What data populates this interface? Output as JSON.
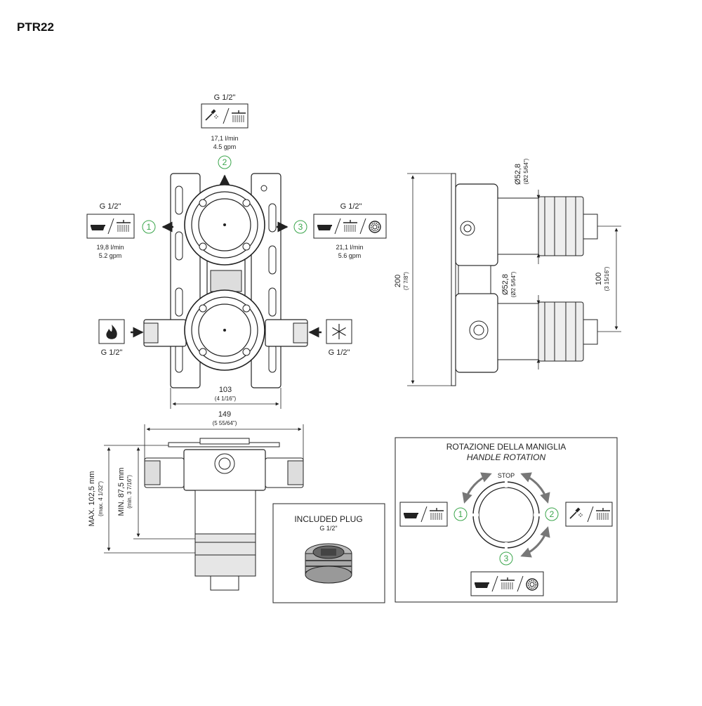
{
  "title": "PTR22",
  "top_view": {
    "outlet_2": {
      "thread": "G 1/2\"",
      "number": "2",
      "flow_lmin": "17,1 l/min",
      "flow_gpm": "4.5 gpm"
    },
    "outlet_1": {
      "thread": "G 1/2\"",
      "number": "1",
      "flow_lmin": "19,8 l/min",
      "flow_gpm": "5.2 gpm"
    },
    "outlet_3": {
      "thread": "G 1/2\"",
      "number": "3",
      "flow_lmin": "21,1 l/min",
      "flow_gpm": "5.6 gpm"
    },
    "inlet_hot": {
      "thread": "G 1/2\""
    },
    "inlet_cold": {
      "thread": "G 1/2\""
    },
    "width_mm": "103",
    "width_in": "(4 1/16\")"
  },
  "side_view": {
    "height_mm": "200",
    "height_in": "(7 7/8\")",
    "diam_top_mm": "Ø52,8",
    "diam_top_in": "(Ø2 5/64\")",
    "diam_bot_mm": "Ø52,8",
    "diam_bot_in": "(Ø2 5/64\")",
    "spacing_mm": "100",
    "spacing_in": "(3 15/16\")"
  },
  "front_view": {
    "width_mm": "149",
    "width_in": "(5 55/64\")",
    "max_depth": "MAX. 102,5 mm",
    "max_depth_in": "(max. 4 1/32\")",
    "min_depth": "MIN. 87,5 mm",
    "min_depth_in": "(min. 3 7/16\")"
  },
  "plug_box": {
    "title": "INCLUDED PLUG",
    "thread": "G 1/2\""
  },
  "rotation_box": {
    "title_it": "ROTAZIONE DELLA MANIGLIA",
    "title_en": "HANDLE ROTATION",
    "stop_label": "STOP",
    "pos_1": "1",
    "pos_2": "2",
    "pos_3": "3"
  },
  "colors": {
    "accent_green": "#3aa54b",
    "line": "#222222",
    "fill_grey": "#e6e6e6"
  },
  "icons": [
    "bathtub-icon",
    "shower-head-icon",
    "rain-shower-icon",
    "hose-icon",
    "flame-icon",
    "snowflake-icon"
  ]
}
